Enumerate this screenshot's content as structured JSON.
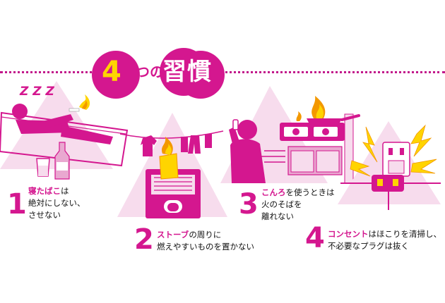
{
  "title": {
    "number": "4",
    "particle": "つの",
    "word": "習慣"
  },
  "steps": [
    {
      "number": "1",
      "highlight": "寝たばこ",
      "rest1": "は",
      "line2": "絶対にしない、",
      "line3": "させない"
    },
    {
      "number": "2",
      "highlight": "ストーブ",
      "rest1": "の周りに",
      "line2": "燃えやすいものを置かない"
    },
    {
      "number": "3",
      "highlight": "こんろ",
      "rest1": "を使うときは",
      "line2": "火のそばを",
      "line3": "離れない"
    },
    {
      "number": "4",
      "highlight": "コンセント",
      "rest1": "はほこりを清掃し、",
      "line2": "不必要なプラグは抜く"
    }
  ],
  "sleep_text": "Z Z Z",
  "colors": {
    "magenta": "#d4178f",
    "pink_light": "#f7dced",
    "pink_mid": "#e9a8d0",
    "yellow": "#ffd400",
    "orange": "#f39800"
  },
  "icons": [
    "sleeping-person-icon",
    "bottle-icon",
    "glass-icon",
    "flame-icon",
    "stove-heater-icon",
    "laundry-icon",
    "phone-person-icon",
    "gas-stove-icon",
    "frying-pan-icon",
    "outlet-icon",
    "plug-icon",
    "spark-icon"
  ]
}
